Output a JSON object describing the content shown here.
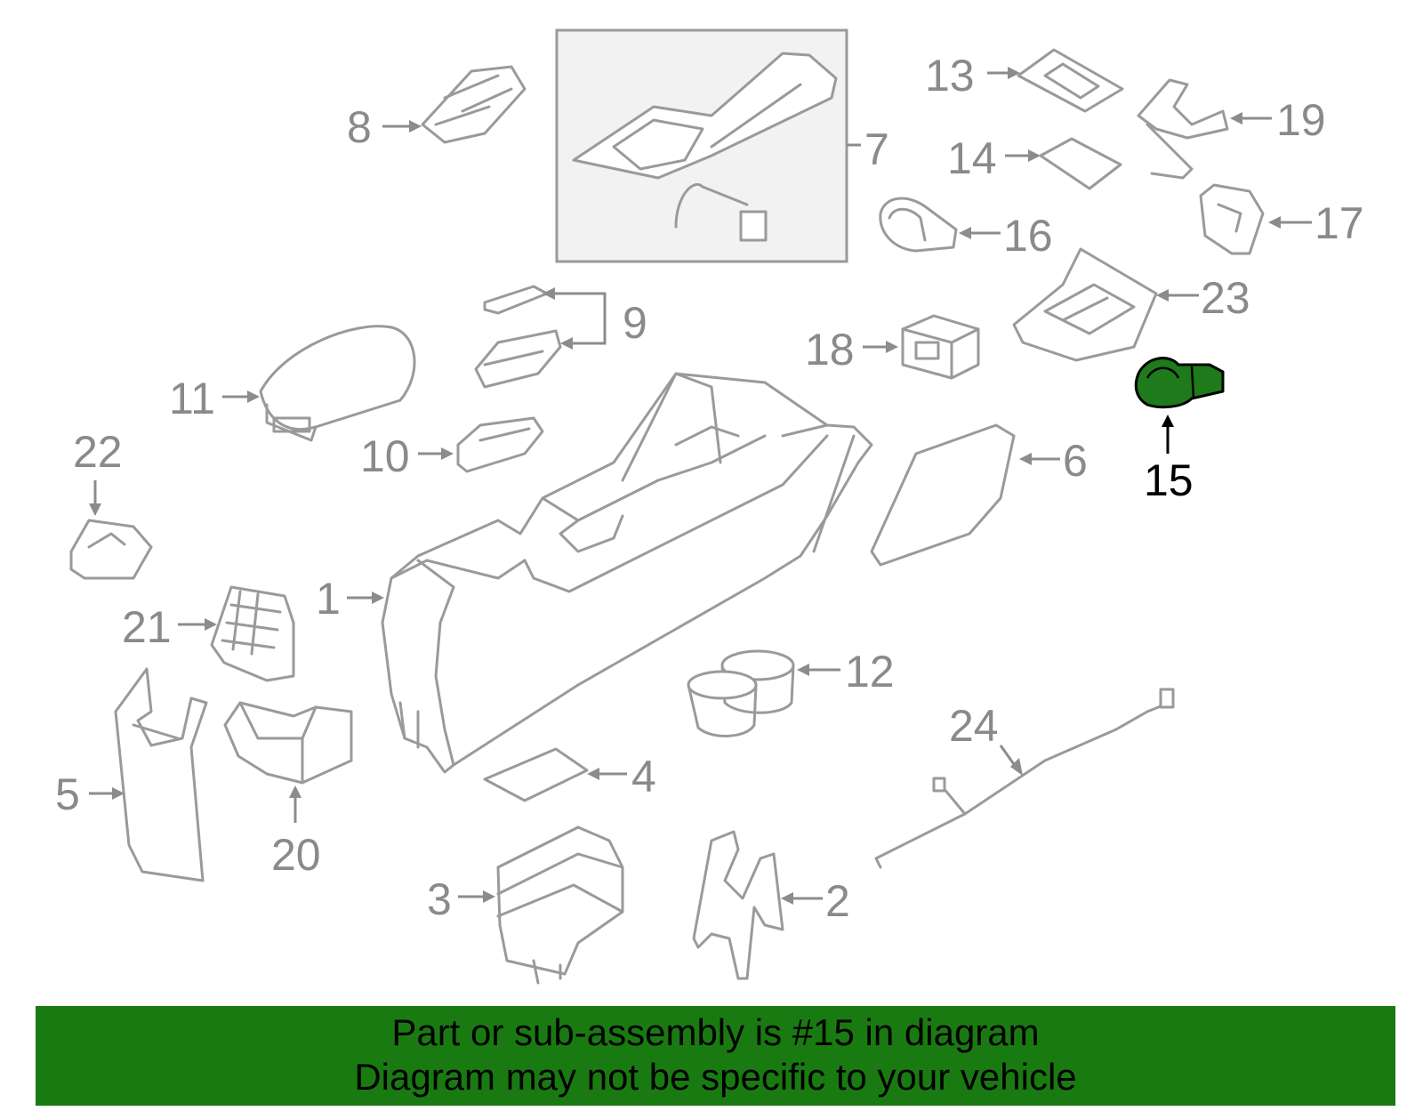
{
  "diagram": {
    "callouts": [
      "1",
      "2",
      "3",
      "4",
      "5",
      "6",
      "7",
      "8",
      "9",
      "10",
      "11",
      "12",
      "13",
      "14",
      "15",
      "16",
      "17",
      "18",
      "19",
      "20",
      "21",
      "22",
      "23",
      "24"
    ],
    "highlighted_callout": "15",
    "colors": {
      "highlight": "#1e7a1a",
      "outline": "#9a9a9a",
      "banner": "#1a7a12"
    }
  },
  "footer": {
    "line1": "Part or sub-assembly is #15 in diagram",
    "line2": "Diagram may not be specific to your vehicle"
  }
}
